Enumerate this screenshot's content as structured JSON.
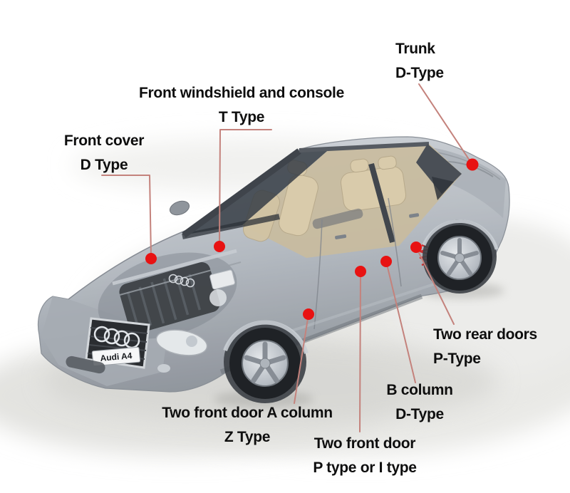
{
  "diagram": {
    "subject": "car-seal-types",
    "car_model_plate": "Audi A4"
  },
  "callouts": [
    {
      "id": "front-cover",
      "title": "Front cover",
      "type": "D Type"
    },
    {
      "id": "windshield",
      "title": "Front windshield and console",
      "type": "T Type"
    },
    {
      "id": "trunk",
      "title": "Trunk",
      "type": "D-Type"
    },
    {
      "id": "rear-doors",
      "title": "Two rear doors",
      "type": "P-Type"
    },
    {
      "id": "b-column",
      "title": "B column",
      "type": "D-Type"
    },
    {
      "id": "front-door",
      "title": "Two front door",
      "type": "P type or I type"
    },
    {
      "id": "a-column",
      "title": "Two front door A column",
      "type": "Z Type"
    }
  ],
  "icons": {
    "grille_badge": "audi-rings-icon",
    "engine_badge": "audi-rings-icon"
  },
  "colors": {
    "dot": "#e81212",
    "leader": "#c4827c",
    "label_text": "#0e0e0e",
    "body_silver": "#b5bac1",
    "interior_tan": "#d8caaa",
    "glass": "#3a4047",
    "coil_spring": "#cf1f1f",
    "background": "#ffffff"
  }
}
